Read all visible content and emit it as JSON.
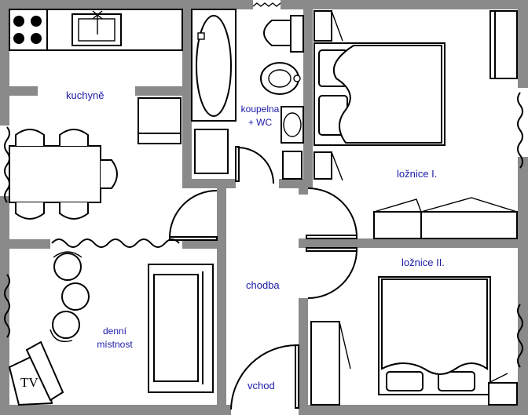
{
  "rooms": {
    "kitchen": "kuchyně",
    "bathroom": "koupelna\n+ WC",
    "bedroom1": "ložnice I.",
    "bedroom2": "ložnice II.",
    "hall": "chodba",
    "living": "denní\nmístnost",
    "entrance": "vchod"
  },
  "furniture": {
    "tv": "TV"
  },
  "colors": {
    "wall": "#8a8a8a",
    "label": "#1a1aa8"
  }
}
